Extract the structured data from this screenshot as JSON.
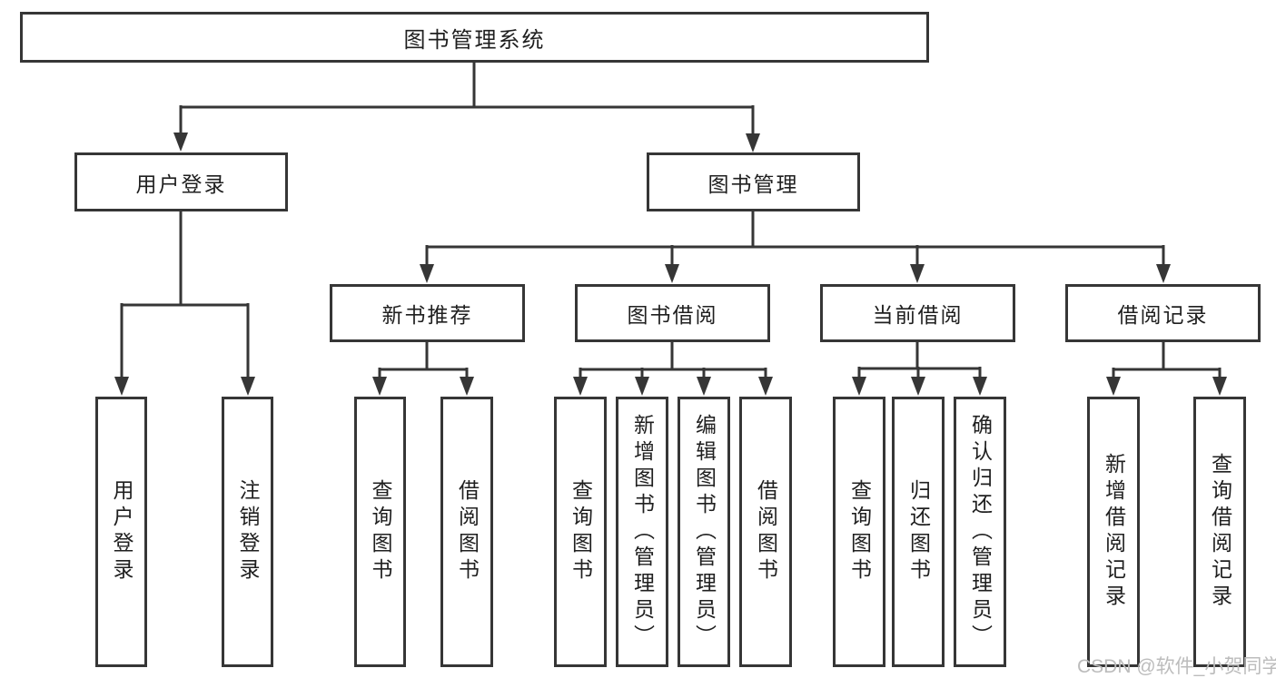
{
  "tree": {
    "label": "图书管理系统",
    "children": [
      {
        "label": "用户登录",
        "children": [
          {
            "label": "用户登录"
          },
          {
            "label": "注销登录"
          }
        ]
      },
      {
        "label": "图书管理",
        "children": [
          {
            "label": "新书推荐",
            "children": [
              {
                "label": "查询图书"
              },
              {
                "label": "借阅图书"
              }
            ]
          },
          {
            "label": "图书借阅",
            "children": [
              {
                "label": "查询图书"
              },
              {
                "label": "新增图书（管理员）"
              },
              {
                "label": "编辑图书（管理员）"
              },
              {
                "label": "借阅图书"
              }
            ]
          },
          {
            "label": "当前借阅",
            "children": [
              {
                "label": "查询图书"
              },
              {
                "label": "归还图书"
              },
              {
                "label": "确认归还（管理员）"
              }
            ]
          },
          {
            "label": "借阅记录",
            "children": [
              {
                "label": "新增借阅记录"
              },
              {
                "label": "查询借阅记录"
              }
            ]
          }
        ]
      }
    ]
  },
  "watermark": "CSDN @软件_小贺同学",
  "colors": {
    "line": "#363636",
    "text": "#1f1f1f",
    "watermark": "#bcbcbc",
    "background": "#ffffff"
  }
}
